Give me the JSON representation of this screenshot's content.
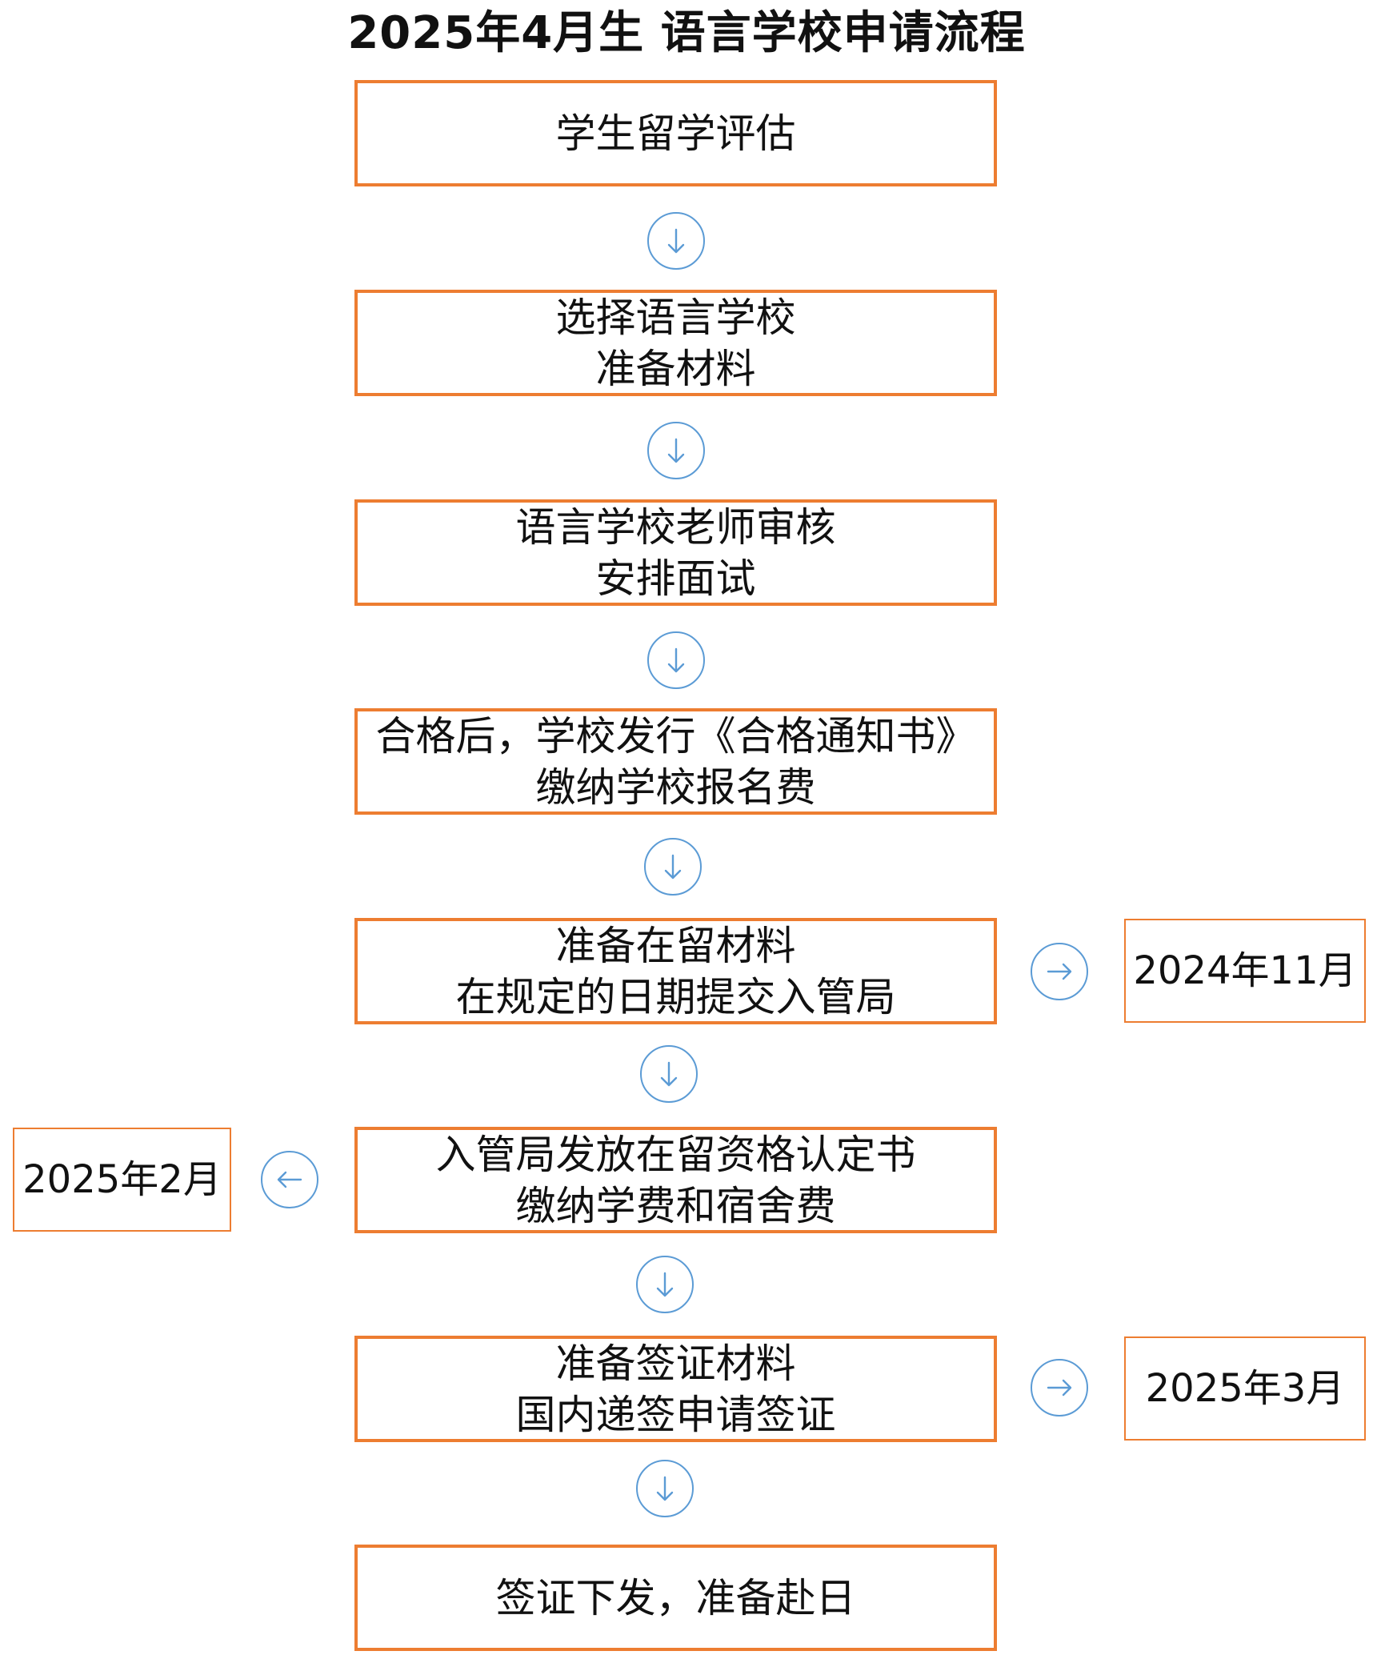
{
  "title": "2025年4月生  语言学校申请流程",
  "steps": [
    {
      "lines": [
        "学生留学评估"
      ]
    },
    {
      "lines": [
        "选择语言学校",
        "准备材料"
      ]
    },
    {
      "lines": [
        "语言学校老师审核",
        "安排面试"
      ]
    },
    {
      "lines": [
        "合格后，学校发行《合格通知书》",
        "缴纳学校报名费"
      ]
    },
    {
      "lines": [
        "准备在留材料",
        "在规定的日期提交入管局"
      ]
    },
    {
      "lines": [
        "入管局发放在留资格认定书",
        "缴纳学费和宿舍费"
      ]
    },
    {
      "lines": [
        "准备签证材料",
        "国内递签申请签证"
      ]
    },
    {
      "lines": [
        "签证下发，准备赴日"
      ]
    }
  ],
  "side_notes": [
    {
      "label": "2024年11月",
      "attached_to_step": 5,
      "direction": "right"
    },
    {
      "label": "2025年2月",
      "attached_to_step": 6,
      "direction": "left"
    },
    {
      "label": "2025年3月",
      "attached_to_step": 7,
      "direction": "right"
    }
  ],
  "colors": {
    "box_border": "#ED7D31",
    "connector": "#5B9BD5",
    "text": "#111111"
  },
  "icons": {
    "down_connector": "arrow-down-circle-icon",
    "right_connector": "arrow-right-circle-icon",
    "left_connector": "arrow-left-circle-icon"
  }
}
